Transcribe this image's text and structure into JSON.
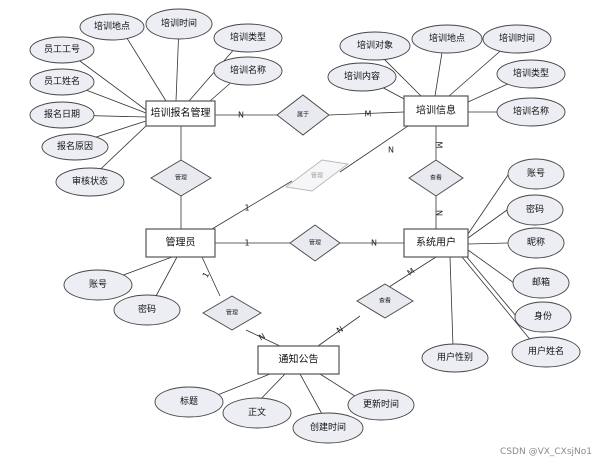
{
  "entities": {
    "training_signup": "培训报名管理",
    "training_info": "培训信息",
    "admin": "管理员",
    "system_user": "系统用户",
    "notice": "通知公告"
  },
  "attributes": {
    "signup": {
      "location": "培训地点",
      "time": "培训时间",
      "type": "培训类型",
      "name": "培训名称",
      "emp_no": "员工工号",
      "emp_name": "员工姓名",
      "signup_date": "报名日期",
      "signup_reason": "报名原因",
      "audit_status": "审核状态"
    },
    "info": {
      "target": "培训对象",
      "location": "培训地点",
      "time": "培训时间",
      "content": "培训内容",
      "type": "培训类型",
      "name": "培训名称"
    },
    "user": {
      "account": "账号",
      "password": "密码",
      "nickname": "昵称",
      "email": "邮箱",
      "identity": "身份",
      "username": "用户姓名",
      "gender": "用户性别"
    },
    "admin": {
      "account": "账号",
      "password": "密码"
    },
    "notice": {
      "title": "标题",
      "body": "正文",
      "created": "创建时间",
      "updated": "更新时间"
    }
  },
  "relationships": {
    "belongs": "属于",
    "manage_signup": "管理",
    "manage_info": "管理",
    "view_info": "查看",
    "manage_user": "管理",
    "manage_notice": "管理",
    "view_notice": "查看"
  },
  "cardinalities": {
    "signup_belongs": "N",
    "info_belongs": "M",
    "info_view": "M",
    "user_view": "N",
    "admin_info": "1",
    "info_admin": "N",
    "admin_user": "1",
    "user_admin": "N",
    "admin_notice": "1",
    "notice_admin": "N",
    "user_notice": "M",
    "notice_user": "N"
  },
  "watermark": "CSDN @VX_CXsjNo1"
}
